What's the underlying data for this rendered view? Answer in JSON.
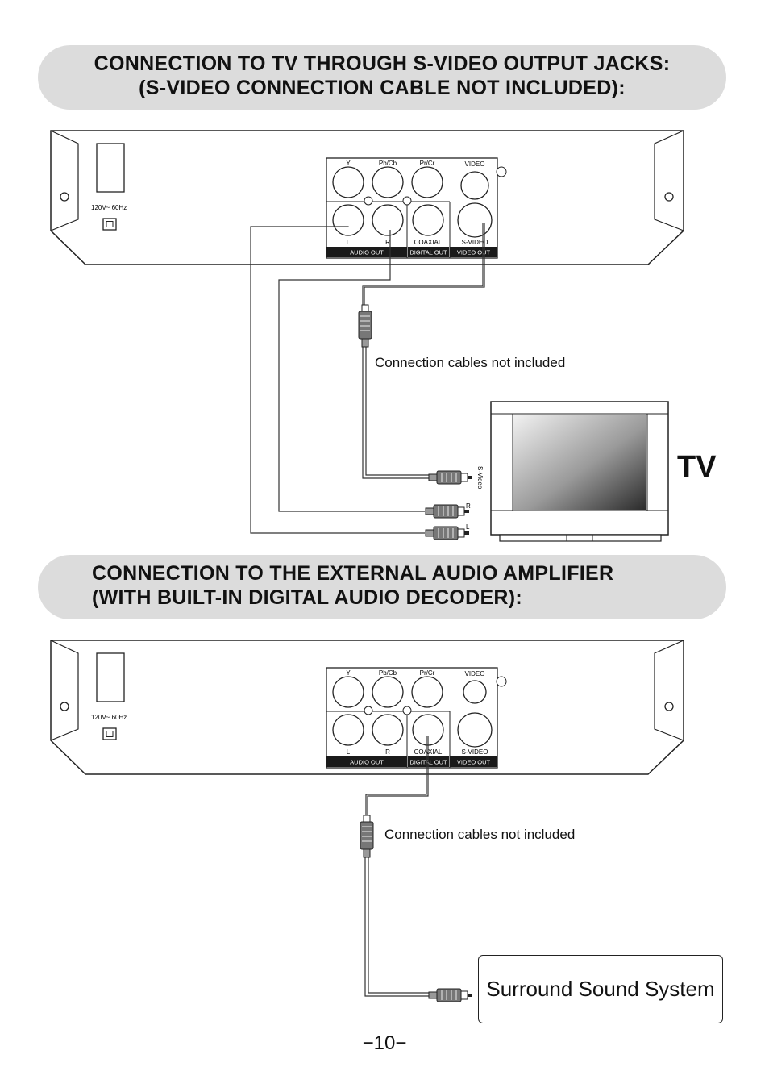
{
  "section1": {
    "line1": "CONNECTION TO TV THROUGH S-VIDEO OUTPUT  JACKS:",
    "line2": "(S-VIDEO CONNECTION CABLE NOT INCLUDED):"
  },
  "section2": {
    "line1": "CONNECTION TO THE EXTERNAL AUDIO AMPLIFIER",
    "line2": "(WITH BUILT-IN DIGITAL  AUDIO DECODER):"
  },
  "panel": {
    "power": "120V~ 60Hz",
    "jack_y": "Y",
    "jack_pb": "Pb/Cb",
    "jack_pr": "Pr/Cr",
    "jack_video": "VIDEO",
    "jack_l": "L",
    "jack_r": "R",
    "jack_coaxial": "COAXIAL",
    "jack_svideo": "S-VIDEO",
    "group_audio": "AUDIO OUT",
    "group_digital": "DIGITAL OUT",
    "group_video": "VIDEO OUT"
  },
  "cables_note": "Connection cables not included",
  "tv": {
    "label": "TV",
    "svideo": "S-Video",
    "r": "R",
    "l": "L"
  },
  "surround": "Surround Sound System",
  "page_number": "−10−"
}
